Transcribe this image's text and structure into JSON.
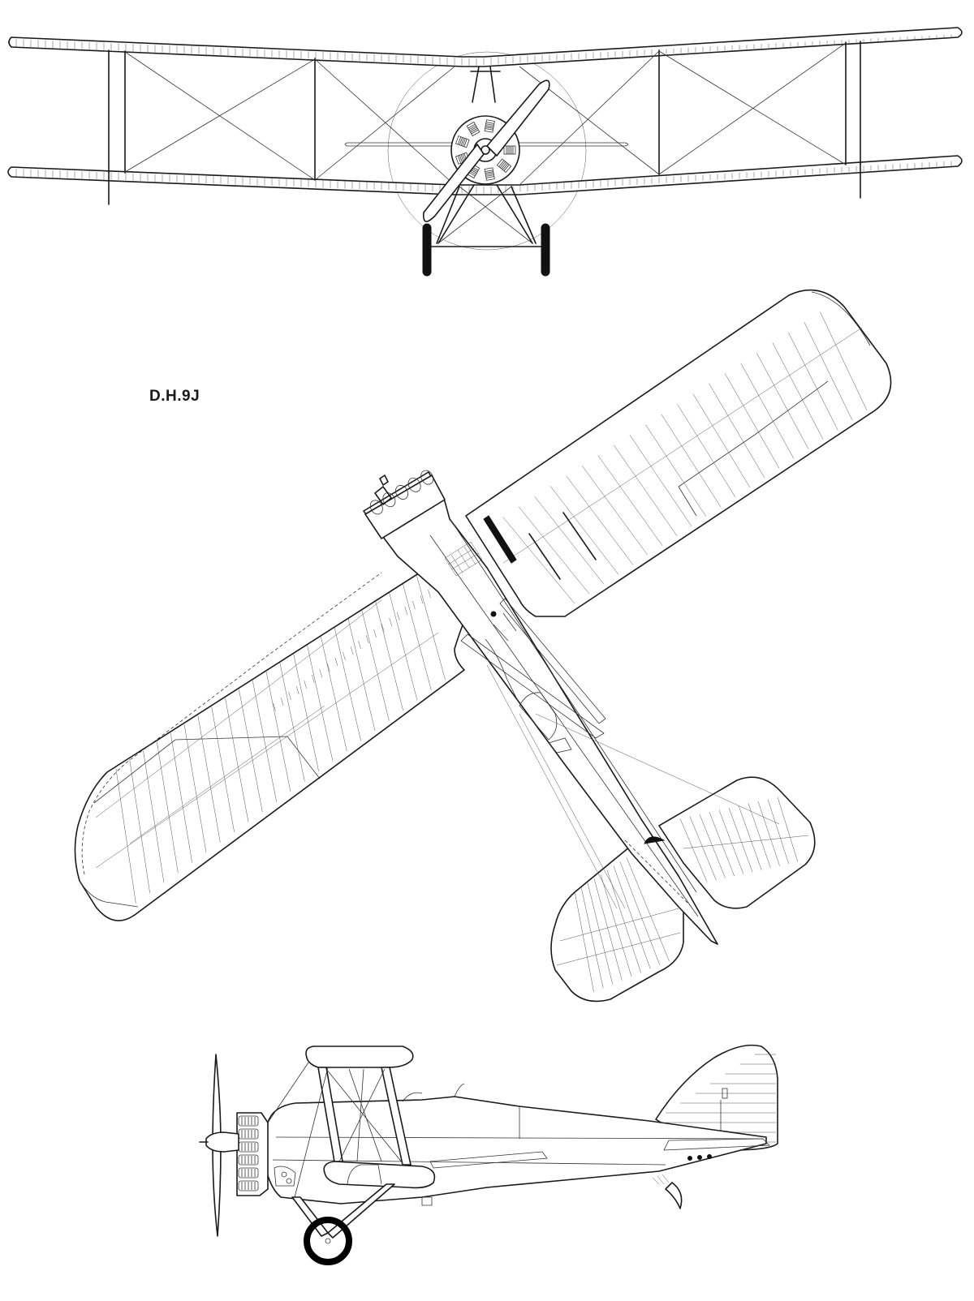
{
  "drawing": {
    "aircraft_designation": "D.H.9J",
    "views": [
      "front-view",
      "plan-view",
      "side-view"
    ],
    "line_color": "#1a1a1a",
    "background_color": "#ffffff"
  }
}
